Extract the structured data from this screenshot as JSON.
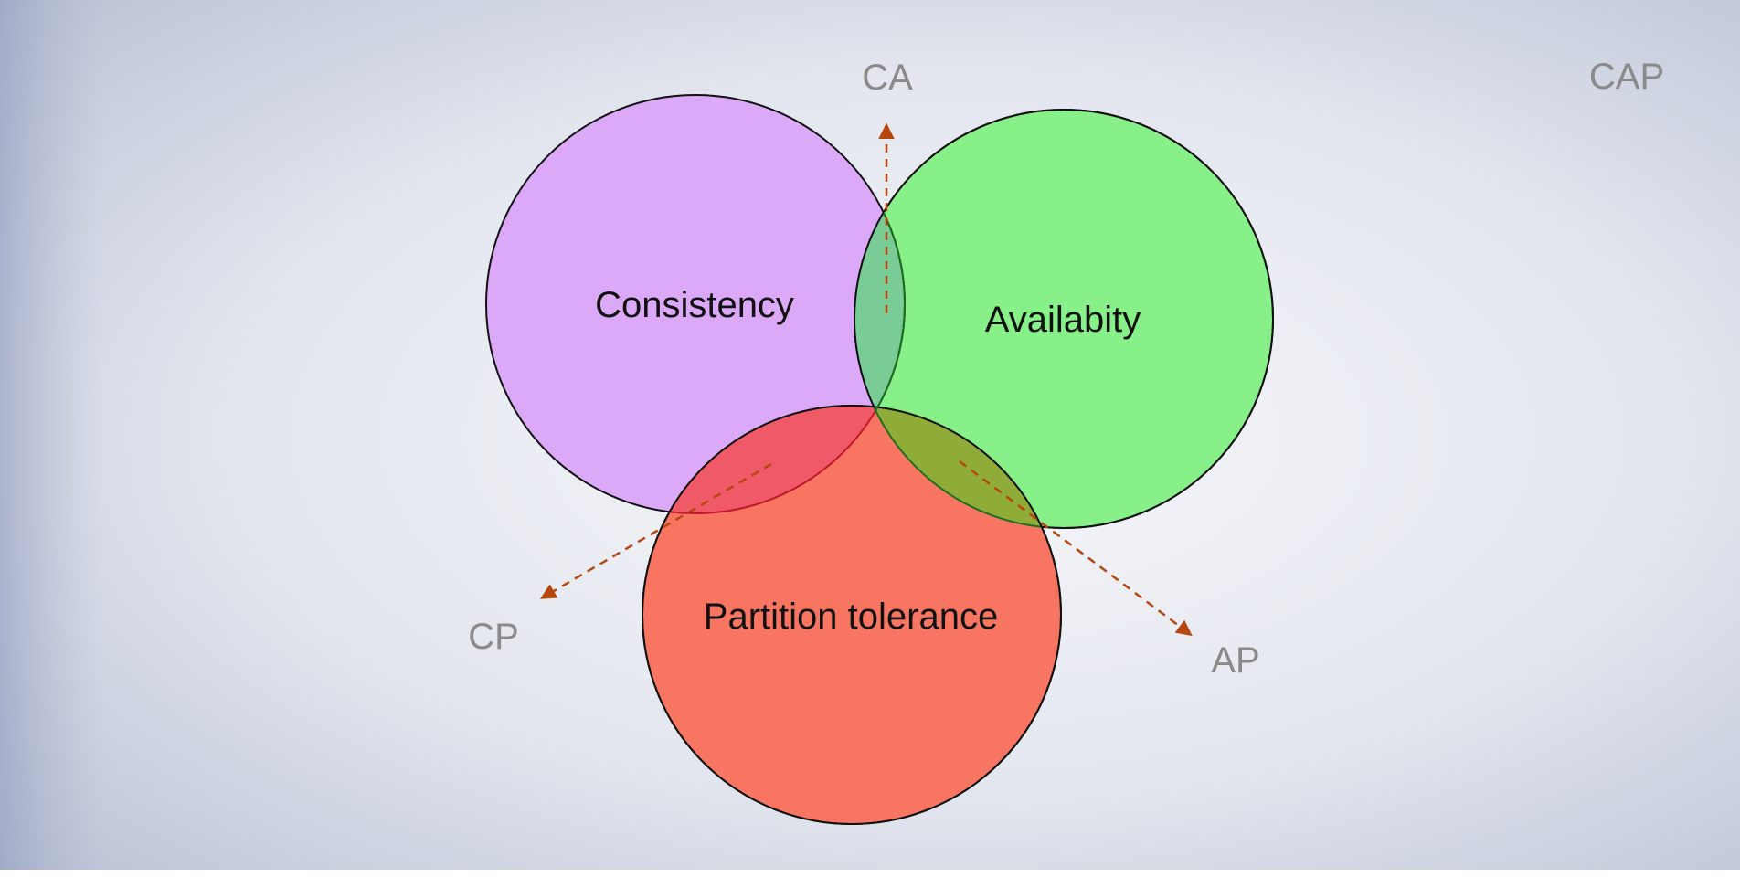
{
  "title": "CAP",
  "circles": {
    "consistency": {
      "label": "Consistency",
      "color": "#dca8f8"
    },
    "availability": {
      "label": "Availabity",
      "color": "#88f088"
    },
    "partition": {
      "label": "Partition tolerance",
      "color": "#f87562"
    }
  },
  "pairs": {
    "ca": "CA",
    "cp": "CP",
    "ap": "AP"
  },
  "arrow_color": "#b5470f"
}
